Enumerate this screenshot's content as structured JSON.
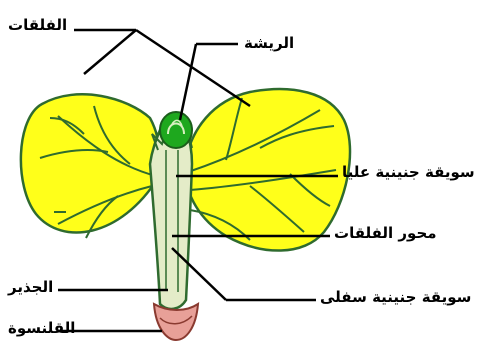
{
  "labels": {
    "cotyledons": "الفلقات",
    "plumule": "الريشة",
    "epicotyl": "سويقة جنينية عليا",
    "cotyledon_axis": "محور الفلقات",
    "radicle": "الجذير",
    "hypocotyl": "سويقة جنينية سفلى",
    "root_cap": "القلنسوة"
  },
  "colors": {
    "cotyledon_fill": "#ffff1a",
    "outline_green": "#2f6b2f",
    "vein_green": "#2f6b2f",
    "axis_fill": "#e4ecc8",
    "plumule_fill": "#1ea81e",
    "root_cap_fill": "#e8a098",
    "pointer_lines": "#000000"
  }
}
